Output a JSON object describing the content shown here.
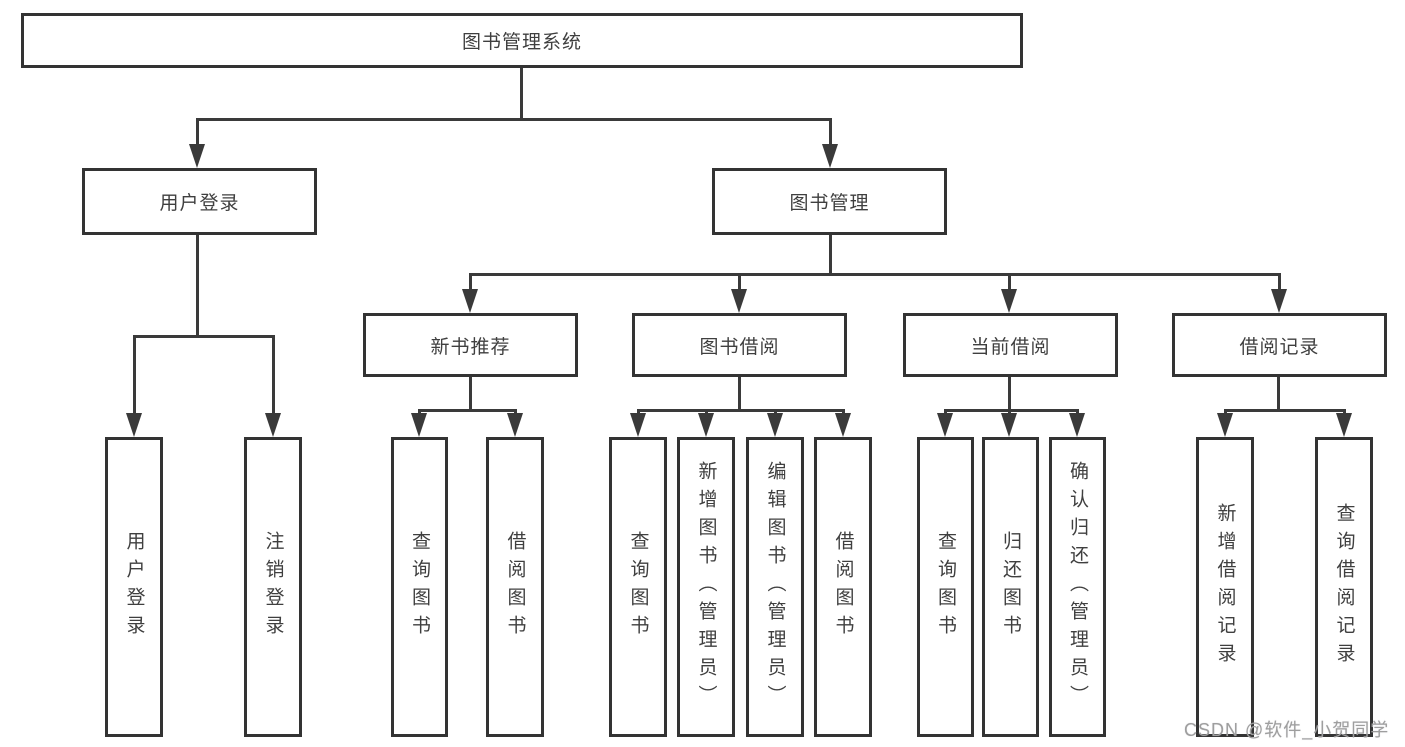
{
  "colors": {
    "line": "#3a3a3a",
    "box_border": "#333333",
    "text": "#3f3f3f",
    "watermark_text": "#9e9e9e",
    "background": "#ffffff"
  },
  "tree": {
    "root": {
      "label": "图书管理系统"
    },
    "branches": [
      {
        "label": "用户登录",
        "children": [
          {
            "label": "用户登录"
          },
          {
            "label": "注销登录"
          }
        ]
      },
      {
        "label": "图书管理",
        "children": [
          {
            "label": "新书推荐",
            "children": [
              {
                "label": "查询图书"
              },
              {
                "label": "借阅图书"
              }
            ]
          },
          {
            "label": "图书借阅",
            "children": [
              {
                "label": "查询图书"
              },
              {
                "label": "新增图书（管理员）"
              },
              {
                "label": "编辑图书（管理员）"
              },
              {
                "label": "借阅图书"
              }
            ]
          },
          {
            "label": "当前借阅",
            "children": [
              {
                "label": "查询图书"
              },
              {
                "label": "归还图书"
              },
              {
                "label": "确认归还（管理员）"
              }
            ]
          },
          {
            "label": "借阅记录",
            "children": [
              {
                "label": "新增借阅记录"
              },
              {
                "label": "查询借阅记录"
              }
            ]
          }
        ]
      }
    ]
  },
  "watermark": {
    "text": "CSDN @软件_小贺同学"
  }
}
